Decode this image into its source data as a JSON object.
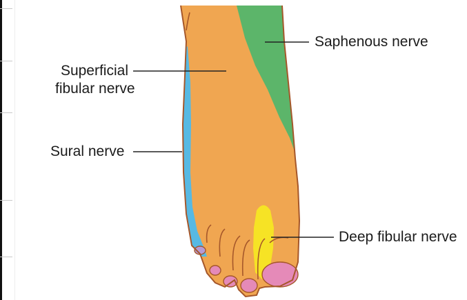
{
  "labels": {
    "saphenous": "Saphenous nerve",
    "superficial_line1": "Superficial",
    "superficial_line2": "fibular nerve",
    "sural": "Sural nerve",
    "deep": "Deep fibular nerve"
  },
  "colors": {
    "superficial_fibular": "#f0a651",
    "saphenous": "#5cb56a",
    "sural": "#57b9e3",
    "deep_fibular": "#f6e325",
    "nail": "#e58ab8",
    "outline": "#a5572a",
    "leader_line": "#222222"
  }
}
